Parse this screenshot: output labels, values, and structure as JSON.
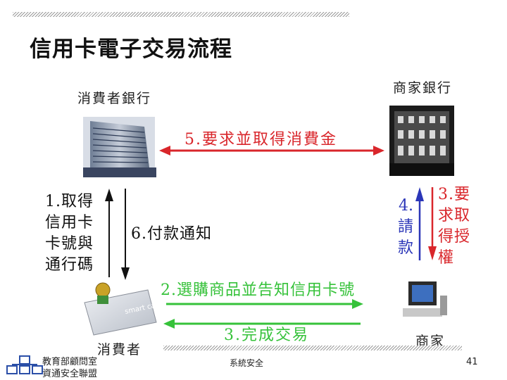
{
  "title": "信用卡電子交易流程",
  "nodes": {
    "consumer_bank": "消費者銀行",
    "merchant_bank": "商家銀行",
    "consumer": "消費者",
    "merchant": "商家"
  },
  "steps": {
    "step1": [
      "1.取得",
      "信用卡",
      "卡號與",
      "通行碼"
    ],
    "step2": "2.選購商品並告知信用卡號",
    "step3_num": "3.",
    "step3_text": "3.完成交易",
    "step3_right": [
      "要",
      "求取",
      "得授",
      "權"
    ],
    "step3_right_num": "3.",
    "step4_num": "4.",
    "step4_text": "請款",
    "step5": "5.要求並取得消費金",
    "step6": "6.付款通知"
  },
  "card_label": "smart card",
  "footer": {
    "org_line1": "教育部顧問室",
    "org_line2": "資通安全聯盟",
    "center": "系統安全",
    "page_number": "41"
  },
  "colors": {
    "red": "#d9262b",
    "green": "#36c23a",
    "blue": "#2b36b8",
    "black": "#111111"
  }
}
